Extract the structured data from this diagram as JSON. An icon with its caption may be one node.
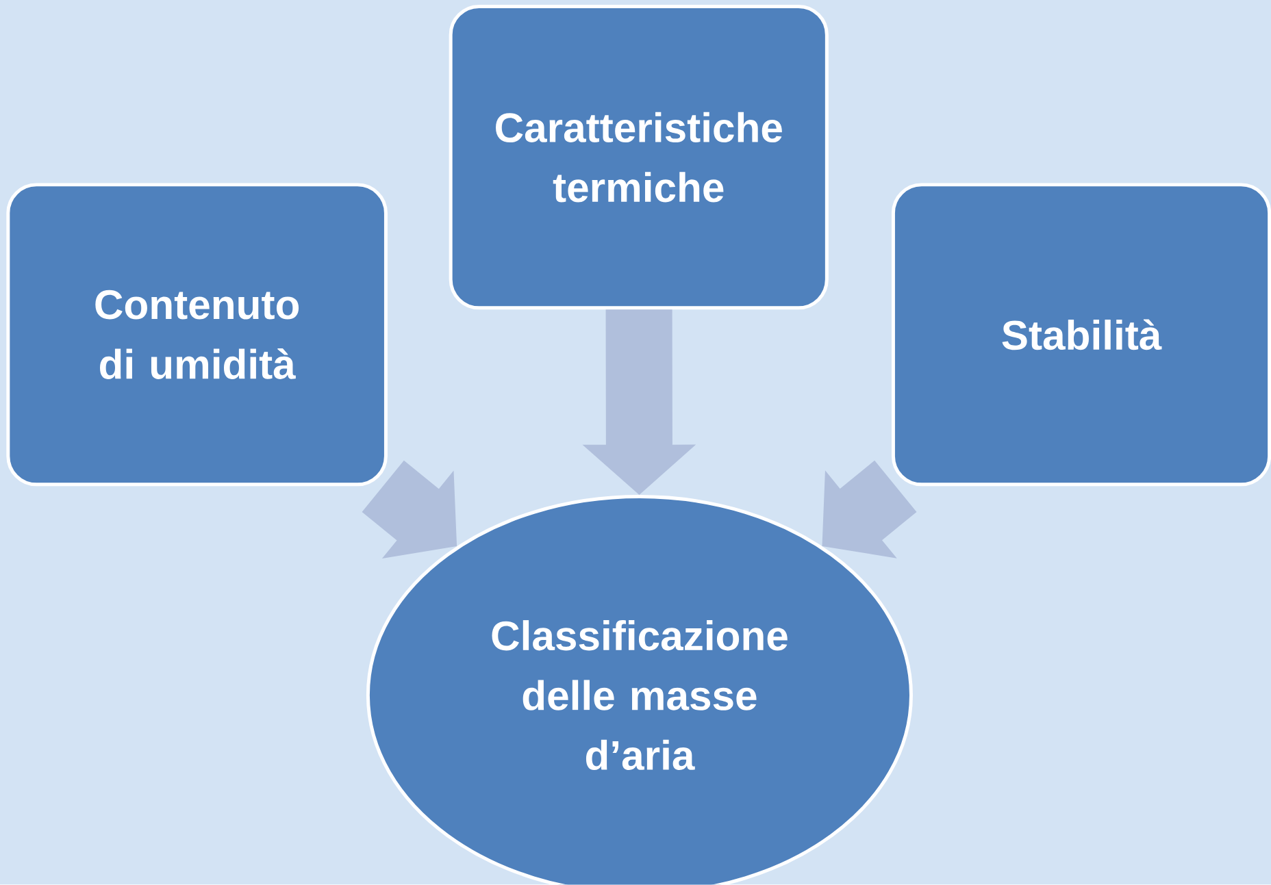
{
  "diagram": {
    "nodes": [
      {
        "text": [
          "Contenuto di umidità"
        ]
      },
      {
        "text": [
          "Caratteristiche termiche"
        ]
      },
      {
        "text": [
          "Stabilità"
        ]
      },
      {
        "text": [
          "Classificazione delle masse d’aria"
        ]
      }
    ],
    "edges": [
      {
        "from": 0,
        "to": 3,
        "arrow": "to"
      },
      {
        "from": 1,
        "to": 3,
        "arrow": "to"
      },
      {
        "from": 2,
        "to": 3,
        "arrow": "to"
      }
    ]
  }
}
